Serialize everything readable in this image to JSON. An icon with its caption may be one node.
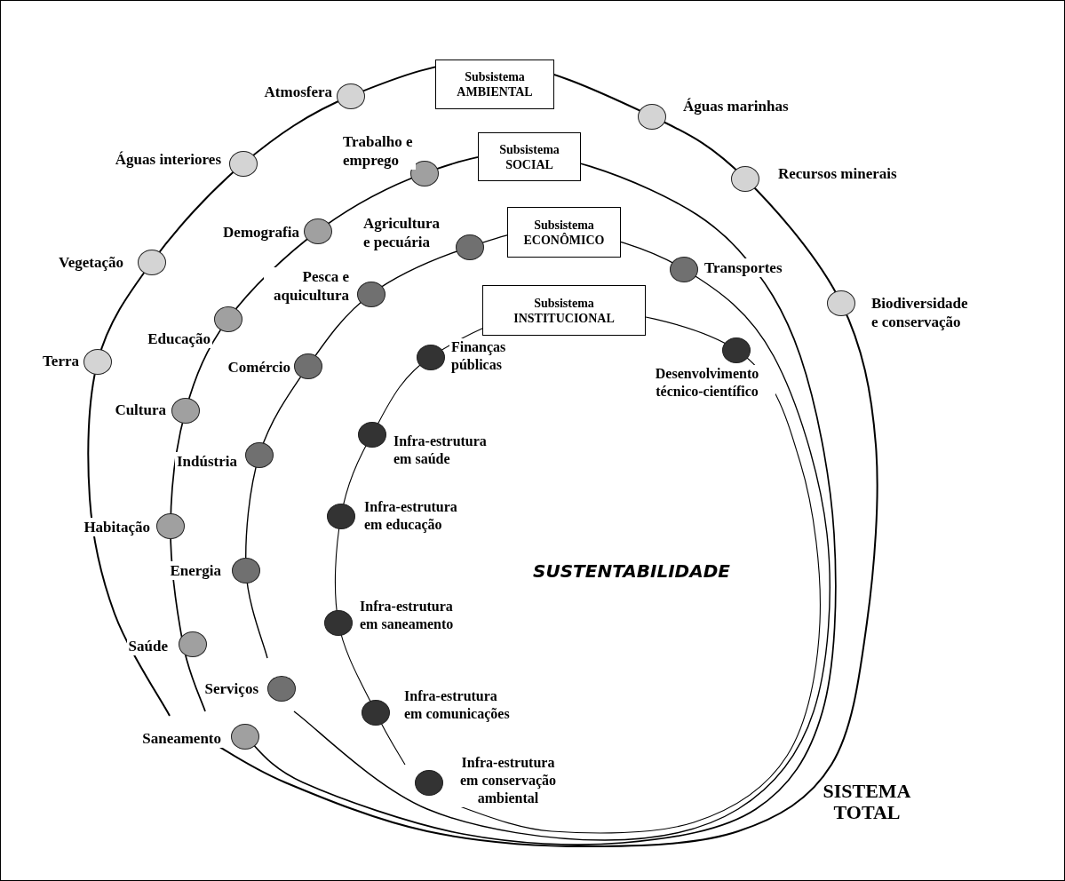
{
  "diagram": {
    "nodes": [
      {
        "text": [
          "Subsistema AMBIENTAL"
        ]
      },
      {
        "text": [],
        "shape": "circle",
        "beside": [
          "Atmosfera"
        ]
      },
      {
        "text": [],
        "shape": "circle",
        "beside": [
          "Águas interiores"
        ]
      },
      {
        "text": [],
        "shape": "circle",
        "beside": [
          "Vegetação"
        ]
      },
      {
        "text": [],
        "shape": "circle",
        "beside": [
          "Terra"
        ]
      },
      {
        "text": [],
        "shape": "circle",
        "beside": [
          "Águas marinhas"
        ]
      },
      {
        "text": [],
        "shape": "circle",
        "beside": [
          "Recursos minerais"
        ]
      },
      {
        "text": [],
        "shape": "circle",
        "beside": [
          "Biodiversidade e conservação"
        ]
      },
      {
        "text": [
          "Subsistema SOCIAL"
        ]
      },
      {
        "text": [],
        "shape": "circle",
        "beside": [
          "Trabalho e emprego"
        ]
      },
      {
        "text": [],
        "shape": "circle",
        "beside": [
          "Demografia"
        ]
      },
      {
        "text": [],
        "shape": "circle",
        "beside": [
          "Educação"
        ]
      },
      {
        "text": [],
        "shape": "circle",
        "beside": [
          "Cultura"
        ]
      },
      {
        "text": [],
        "shape": "circle",
        "beside": [
          "Habitação"
        ]
      },
      {
        "text": [],
        "shape": "circle",
        "beside": [
          "Saúde"
        ]
      },
      {
        "text": [],
        "shape": "circle",
        "beside": [
          "Saneamento"
        ]
      },
      {
        "text": [
          "Subsistema ECONÔMICO"
        ]
      },
      {
        "text": [],
        "shape": "circle",
        "beside": [
          "Agricultura e pecuária"
        ]
      },
      {
        "text": [],
        "shape": "circle",
        "beside": [
          "Pesca e aquicultura"
        ]
      },
      {
        "text": [],
        "shape": "circle",
        "beside": [
          "Comércio"
        ]
      },
      {
        "text": [],
        "shape": "circle",
        "beside": [
          "Indústria"
        ]
      },
      {
        "text": [],
        "shape": "circle",
        "beside": [
          "Energia"
        ]
      },
      {
        "text": [],
        "shape": "circle",
        "beside": [
          "Serviços"
        ]
      },
      {
        "text": [],
        "shape": "circle",
        "beside": [
          "Transportes"
        ]
      },
      {
        "text": [
          "Subsistema INSTITUCIONAL"
        ]
      },
      {
        "text": [],
        "shape": "circle",
        "beside": [
          "Finanças públicas"
        ]
      },
      {
        "text": [],
        "shape": "circle",
        "beside": [
          "Infra-estrutura em saúde"
        ]
      },
      {
        "text": [],
        "shape": "circle",
        "beside": [
          "Infra-estrutura em educação"
        ]
      },
      {
        "text": [],
        "shape": "circle",
        "beside": [
          "Infra-estrutura em saneamento"
        ]
      },
      {
        "text": [],
        "shape": "circle",
        "beside": [
          "Infra-estrutura em comunicações"
        ]
      },
      {
        "text": [],
        "shape": "circle",
        "beside": [
          "Infra-estrutura em conservação ambiental"
        ]
      },
      {
        "text": [],
        "shape": "circle",
        "beside": [
          "Desenvolvimento técnico-científico"
        ]
      }
    ],
    "labels": [
      "SUSTENTABILIDADE",
      "SISTEMA TOTAL"
    ]
  }
}
